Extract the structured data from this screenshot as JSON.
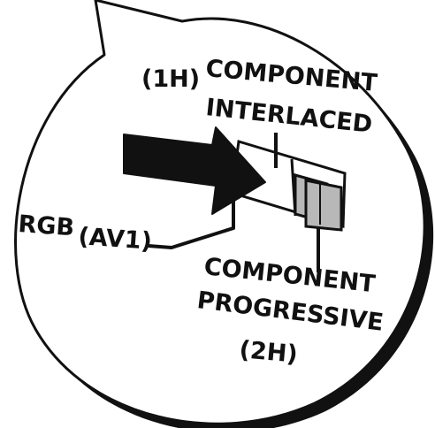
{
  "labels": {
    "one_h": "(1H)",
    "interlaced_line1": "COMPONENT",
    "interlaced_line2": "INTERLACED",
    "rgb": "RGB",
    "av1": "(AV1)",
    "progressive_line1": "COMPONENT",
    "progressive_line2": "PROGRESSIVE",
    "two_h": "(2H)"
  },
  "colors": {
    "ink": "#111111",
    "paper": "#ffffff",
    "switch_knob": "#b8b8b8"
  }
}
